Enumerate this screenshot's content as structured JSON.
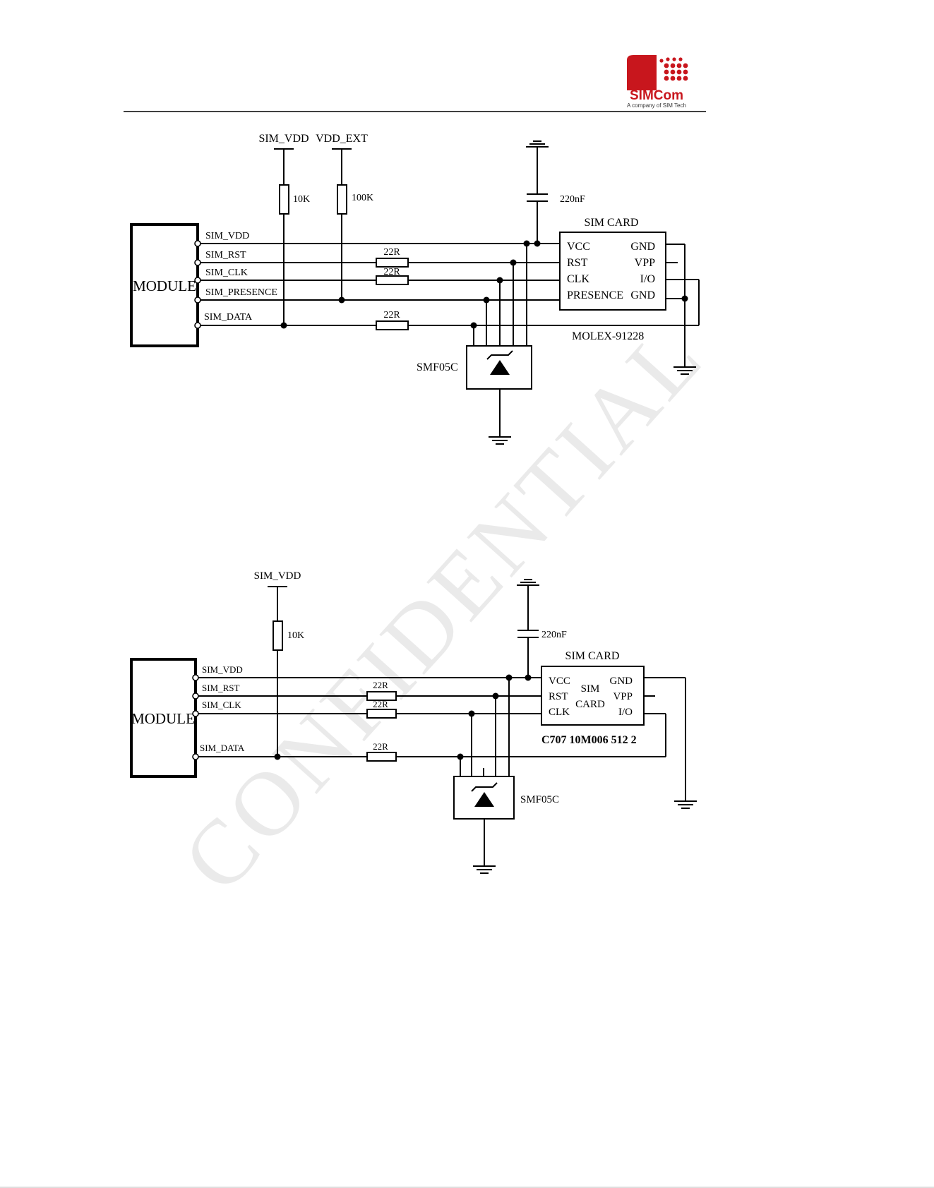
{
  "header": {
    "logo_text_main": "SIMCom",
    "logo_tagline": "A company of SIM Tech",
    "brand_color": "#c8161d"
  },
  "watermark": {
    "text": "CONFIDENTIAL",
    "color": "#cfcfcf"
  },
  "diagram1": {
    "module_label": "MODULE",
    "module_pins": [
      "SIM_VDD",
      "SIM_RST",
      "SIM_CLK",
      "SIM_PRESENCE",
      "SIM_DATA"
    ],
    "supply_labels": [
      "SIM_VDD",
      "VDD_EXT"
    ],
    "pullups": [
      "10K",
      "100K"
    ],
    "series_resistors": [
      "22R",
      "22R",
      "22R"
    ],
    "capacitor": "220nF",
    "card_title": "SIM CARD",
    "card_left_pins": [
      "VCC",
      "RST",
      "CLK",
      "PRESENCE"
    ],
    "card_right_pins": [
      "GND",
      "VPP",
      "I/O",
      "GND"
    ],
    "connector_part": "MOLEX-91228",
    "tvs_part": "SMF05C"
  },
  "diagram2": {
    "module_label": "MODULE",
    "module_pins": [
      "SIM_VDD",
      "SIM_RST",
      "SIM_CLK",
      "SIM_DATA"
    ],
    "supply_label": "SIM_VDD",
    "pullup": "10K",
    "series_resistors": [
      "22R",
      "22R",
      "22R"
    ],
    "capacitor": "220nF",
    "card_title": "SIM CARD",
    "card_left_pins": [
      "VCC",
      "RST",
      "CLK"
    ],
    "card_center_line1": "SIM",
    "card_center_line2": "CARD",
    "card_right_pins": [
      "GND",
      "VPP",
      "I/O"
    ],
    "connector_part": "C707 10M006 512 2",
    "tvs_part": "SMF05C"
  }
}
